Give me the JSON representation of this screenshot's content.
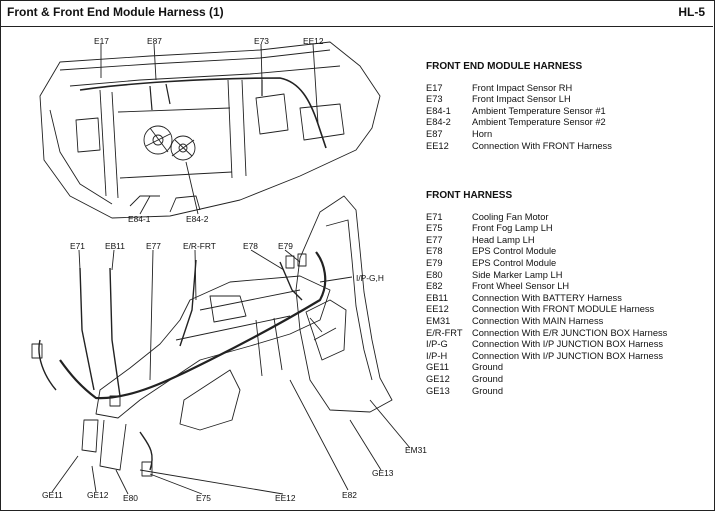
{
  "header": {
    "title": "Front & Front End Module Harness (1)",
    "page": "HL-5"
  },
  "sections": [
    {
      "title": "FRONT END MODULE HARNESS",
      "items": [
        {
          "code": "E17",
          "desc": "Front Impact Sensor RH"
        },
        {
          "code": "E73",
          "desc": "Front Impact Sensor LH"
        },
        {
          "code": "E84-1",
          "desc": "Ambient Temperature Sensor #1"
        },
        {
          "code": "E84-2",
          "desc": "Ambient Temperature Sensor #2"
        },
        {
          "code": "E87",
          "desc": "Horn"
        },
        {
          "code": "EE12",
          "desc": "Connection With FRONT Harness"
        }
      ]
    },
    {
      "title": "FRONT HARNESS",
      "items": [
        {
          "code": "E71",
          "desc": "Cooling Fan Motor"
        },
        {
          "code": "E75",
          "desc": "Front Fog Lamp LH"
        },
        {
          "code": "E77",
          "desc": "Head Lamp LH"
        },
        {
          "code": "E78",
          "desc": "EPS Control Module"
        },
        {
          "code": "E79",
          "desc": "EPS Control Module"
        },
        {
          "code": "E80",
          "desc": "Side Marker Lamp LH"
        },
        {
          "code": "E82",
          "desc": "Front Wheel Sensor LH"
        },
        {
          "code": "EB11",
          "desc": "Connection With BATTERY Harness"
        },
        {
          "code": "EE12",
          "desc": "Connection With FRONT MODULE Harness"
        },
        {
          "code": "EM31",
          "desc": "Connection With MAIN Harness"
        },
        {
          "code": "E/R-FRT",
          "desc": "Connection With E/R JUNCTION BOX Harness"
        },
        {
          "code": "I/P-G",
          "desc": "Connection With I/P JUNCTION BOX Harness"
        },
        {
          "code": "I/P-H",
          "desc": "Connection With I/P JUNCTION BOX Harness"
        },
        {
          "code": "GE11",
          "desc": "Ground"
        },
        {
          "code": "GE12",
          "desc": "Ground"
        },
        {
          "code": "GE13",
          "desc": "Ground"
        }
      ]
    }
  ],
  "callouts": {
    "top": [
      "E17",
      "E87",
      "E73",
      "EE12",
      "E84-1",
      "E84-2"
    ],
    "bottom": [
      "E71",
      "EB11",
      "E77",
      "E/R-FRT",
      "E78",
      "E79",
      "I/P-G,H",
      "EM31",
      "GE13",
      "GE11",
      "GE12",
      "E80",
      "E75",
      "EE12",
      "E82"
    ]
  }
}
